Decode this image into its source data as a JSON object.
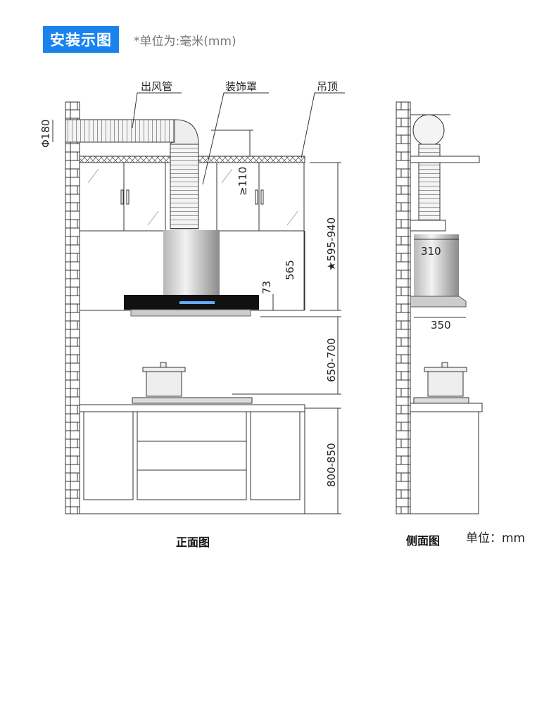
{
  "header": {
    "title": "安装示图",
    "unit_note": "*单位为:毫米(mm)"
  },
  "front_view": {
    "caption": "正面图",
    "labels": {
      "duct": "出风管",
      "cover": "装饰罩",
      "ceiling": "吊顶"
    },
    "dimensions": {
      "duct_diameter": "Φ180",
      "min_gap": "≥110",
      "height_range": "★595-940",
      "cabinet_height": "565",
      "panel_height": "73",
      "hood_to_stove": "650-700",
      "counter_height": "800-850"
    }
  },
  "side_view": {
    "caption": "侧面图",
    "unit": "单位：mm",
    "dimensions": {
      "chimney_depth": "310",
      "hood_depth": "350"
    }
  },
  "colors": {
    "accent": "#1a82ec"
  }
}
